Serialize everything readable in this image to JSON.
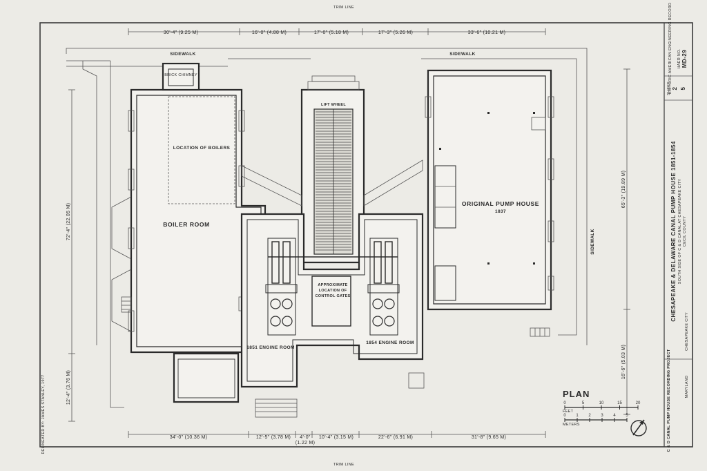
{
  "sheet": {
    "trim_top": "TRIM LINE",
    "trim_bottom": "TRIM LINE",
    "plan_title": "PLAN",
    "scale_feet_label": "FEET",
    "scale_meters_label": "METERS",
    "scale_feet_ticks": [
      "0",
      "5",
      "10",
      "15",
      "20"
    ],
    "scale_meters_ticks": [
      "0",
      "1",
      "2",
      "3",
      "4",
      "5"
    ]
  },
  "dimensions": {
    "top": [
      "30'-4\" (9.25 M)",
      "16'-0\" (4.88 M)",
      "17'-0\" (5.18 M)",
      "17'-3\" (5.26 M)",
      "33'-6\" (10.21 M)"
    ],
    "bottom": [
      "34'-0\" (10.36 M)",
      "12'-5\" (3.78 M)",
      "4'-0\"",
      "(1.22 M)",
      "10'-4\" (3.15 M)",
      "22'-6\" (6.91 M)",
      "31'-8\" (9.65 M)"
    ],
    "left_upper": "72'-4\" (22.05 M)",
    "left_lower": "12'-4\" (3.76 M)",
    "right_upper": "65'-3\" (19.89 M)",
    "right_lower": "16'-6\" (5.03 M)"
  },
  "labels": {
    "sidewalk_top_left": "SIDEWALK",
    "sidewalk_top_right": "SIDEWALK",
    "sidewalk_right": "SIDEWALK",
    "brick_chimney": "BRICK CHIMNEY",
    "lift_wheel": "LIFT WHEEL",
    "location_of_boilers": "LOCATION OF BOILERS",
    "boiler_room": "BOILER ROOM",
    "original_pump_house": "ORIGINAL PUMP HOUSE",
    "pump_house_year": "1837",
    "approx_location_1": "APPROXIMATE",
    "approx_location_2": "LOCATION OF",
    "approx_location_3": "CONTROL GATES",
    "engine_room_1851": "1851 ENGINE ROOM",
    "engine_room_1854": "1854 ENGINE ROOM"
  },
  "title_block": {
    "main_title": "CHESAPEAKE & DELAWARE CANAL PUMP HOUSE 1851-1854",
    "subtitle_1": "SOUTH SIDE OF C & D CANAL AT CHESAPEAKE CITY",
    "subtitle_2": "CECIL COUNTY",
    "city": "CHESAPEAKE CITY",
    "state": "MARYLAND",
    "project": "C & D CANAL PUMP HOUSE RECORDING PROJECT",
    "sheet_label": "SHEET",
    "sheet_number": "2",
    "sheet_of": "5",
    "survey_label": "HISTORIC AMERICAN ENGINEERING RECORD",
    "survey_number": "MD-29",
    "delineator": "DELINEATED BY: JAMES STANLEY, 1977",
    "haer_label": "HAER NO."
  }
}
